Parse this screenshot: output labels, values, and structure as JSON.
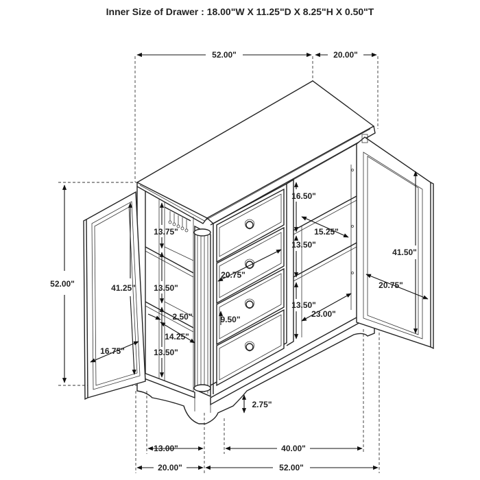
{
  "title": "Inner Size of Drawer : 18.00\"W X 11.25\"D X 8.25\"H X 0.50\"T",
  "dimensions": {
    "top_width": "52.00\"",
    "top_depth": "20.00\"",
    "total_height": "52.00\"",
    "left_door_height": "41.25\"",
    "left_door_width": "16.75\"",
    "left_shelf_1": "13.75\"",
    "left_shelf_2": "13.50\"",
    "left_shelf_3": "13.50\"",
    "left_inner_gap": "2.50\"",
    "left_inner_depth": "14.25\"",
    "drawer_width": "20.75\"",
    "drawer_height": "9.50\"",
    "right_shelf_1": "16.50\"",
    "right_shelf_2": "13.50\"",
    "right_shelf_3": "13.50\"",
    "right_inner_depth": "15.25\"",
    "right_inner_width": "23.00\"",
    "right_door_height": "41.50\"",
    "right_door_width": "20.75\"",
    "base_height": "2.75\"",
    "left_leg_span": "13.00\"",
    "right_leg_span": "40.00\"",
    "bottom_depth": "20.00\"",
    "bottom_width": "52.00\""
  }
}
